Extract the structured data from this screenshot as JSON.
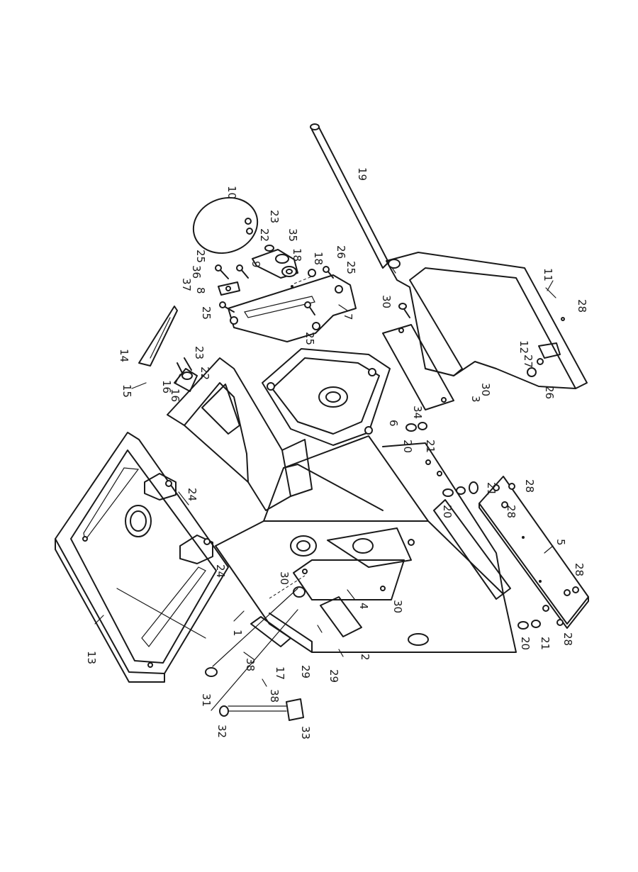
{
  "diagram": {
    "callouts": [
      "1",
      "2",
      "3",
      "4",
      "5",
      "6",
      "7",
      "8",
      "9",
      "10",
      "11",
      "12",
      "13",
      "14",
      "15",
      "16",
      "17",
      "18",
      "19",
      "20",
      "21",
      "22",
      "23",
      "24",
      "25",
      "26",
      "27",
      "28",
      "29",
      "30",
      "31",
      "32",
      "33",
      "34",
      "35",
      "36",
      "37",
      "38"
    ],
    "duplicates": [
      "16",
      "18",
      "20",
      "21",
      "22",
      "23",
      "24",
      "25",
      "26",
      "28",
      "29",
      "30",
      "38"
    ]
  }
}
